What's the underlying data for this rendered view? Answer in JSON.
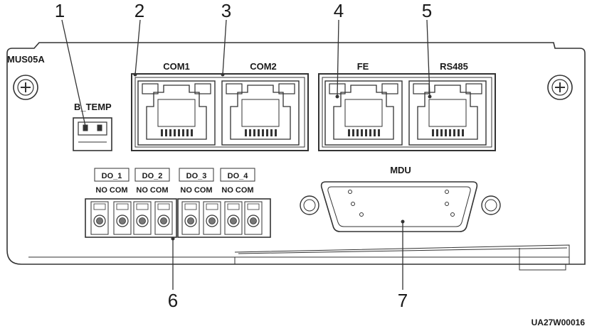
{
  "module": {
    "model": "MUS05A",
    "sensor_label": "B_TEMP",
    "ports": {
      "com1": "COM1",
      "com2": "COM2",
      "fe": "FE",
      "rs485": "RS485",
      "mdu": "MDU"
    },
    "dry_contacts": [
      {
        "name": "DO_1",
        "pins": "NO COM"
      },
      {
        "name": "DO_2",
        "pins": "NO COM"
      },
      {
        "name": "DO_3",
        "pins": "NO COM"
      },
      {
        "name": "DO_4",
        "pins": "NO COM"
      }
    ]
  },
  "callouts": [
    "1",
    "2",
    "3",
    "4",
    "5",
    "6",
    "7"
  ],
  "figure_code": "UA27W00016"
}
